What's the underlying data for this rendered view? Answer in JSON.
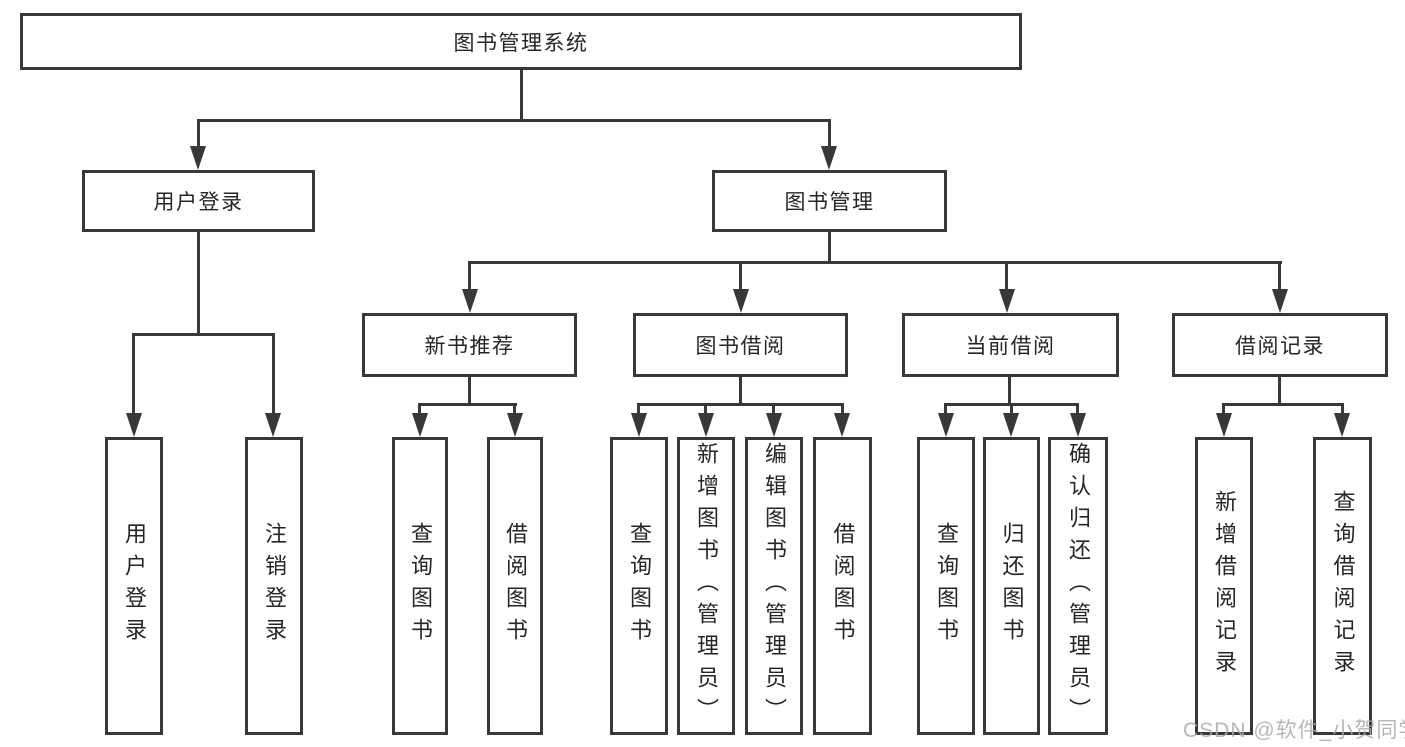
{
  "root": {
    "label": "图书管理系统"
  },
  "branches": [
    {
      "label": "用户登录",
      "children": [
        {
          "label": "用户登录"
        },
        {
          "label": "注销登录"
        }
      ]
    },
    {
      "label": "图书管理",
      "children": [
        {
          "label": "新书推荐",
          "children": [
            {
              "label": "查询图书"
            },
            {
              "label": "借阅图书"
            }
          ]
        },
        {
          "label": "图书借阅",
          "children": [
            {
              "label": "查询图书"
            },
            {
              "label": "新增图书（管理员）"
            },
            {
              "label": "编辑图书（管理员）"
            },
            {
              "label": "借阅图书"
            }
          ]
        },
        {
          "label": "当前借阅",
          "children": [
            {
              "label": "查询图书"
            },
            {
              "label": "归还图书"
            },
            {
              "label": "确认归还（管理员）"
            }
          ]
        },
        {
          "label": "借阅记录",
          "children": [
            {
              "label": "新增借阅记录"
            },
            {
              "label": "查询借阅记录"
            }
          ]
        }
      ]
    }
  ],
  "watermark": {
    "text": "CSDN @软件_小贺同学"
  },
  "colors": {
    "line": "#383838",
    "text": "#262626",
    "watermark": "#ababab",
    "bg": "#ffffff"
  }
}
